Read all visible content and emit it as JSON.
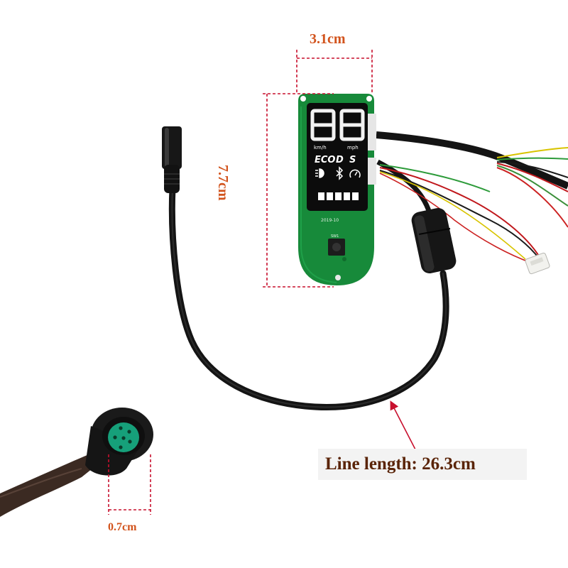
{
  "dimensions": {
    "width_label": "3.1cm",
    "height_label": "7.7cm",
    "diameter_label": "0.7cm"
  },
  "callout": {
    "line_length": "Line length: 26.3cm"
  },
  "display": {
    "speed_digits": "88",
    "unit_left": "km/h",
    "unit_right": "mph",
    "mode_eco": "ECO",
    "mode_d": "D",
    "mode_s": "S",
    "battery_bars": 5
  },
  "board": {
    "date_code": "2019-10",
    "switch_label": "SW1"
  },
  "colors": {
    "dimension_line": "#c8102e",
    "dimension_text": "#d2531c",
    "callout_text": "#5a2408",
    "pcb_green": "#178a3a",
    "connector_teal": "#16a07a",
    "cable": "#141414"
  },
  "icons": [
    "headlight-icon",
    "bluetooth-icon",
    "speedometer-icon"
  ]
}
